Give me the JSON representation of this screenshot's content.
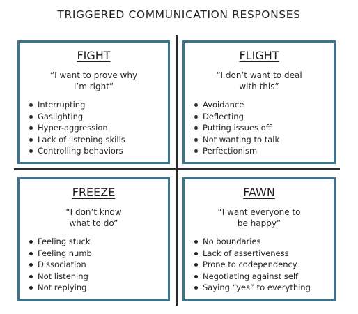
{
  "title": "TRIGGERED COMMUNICATION RESPONSES",
  "quadrants": [
    {
      "heading": "FIGHT",
      "quote_lines": [
        "“I want to prove why",
        "I’m right”"
      ],
      "items": [
        "Interrupting",
        "Gaslighting",
        "Hyper-aggression",
        "Lack of listening skills",
        "Controlling behaviors"
      ]
    },
    {
      "heading": "FLIGHT",
      "quote_lines": [
        "“I don’t want to deal",
        "with this”"
      ],
      "items": [
        "Avoidance",
        "Deflecting",
        "Putting issues off",
        "Not wanting to talk",
        "Perfectionism"
      ]
    },
    {
      "heading": "FREEZE",
      "quote_lines": [
        "“I don’t know",
        "what to do”"
      ],
      "items": [
        "Feeling stuck",
        "Feeling numb",
        "Dissociation",
        "Not listening",
        "Not replying"
      ]
    },
    {
      "heading": "FAWN",
      "quote_lines": [
        "“I want everyone to",
        "be happy”"
      ],
      "items": [
        "No boundaries",
        "Lack of assertiveness",
        "Prone to codependency",
        "Negotiating against self",
        "Saying “yes” to everything"
      ]
    }
  ],
  "colors": {
    "card_border": "#3a7590",
    "divider": "#2b2b2b",
    "text": "#222222"
  }
}
